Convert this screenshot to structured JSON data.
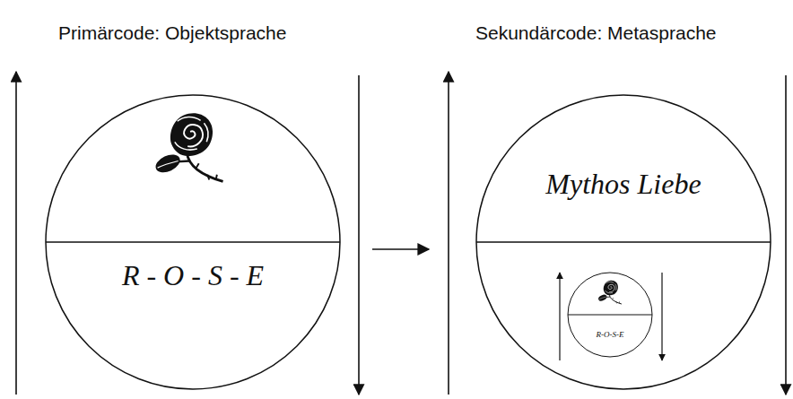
{
  "diagram": {
    "nodes": [
      {
        "text": [
          "Primärcode: Objektsprache",
          "R - O - S - E"
        ]
      },
      {
        "text": [
          "Sekundärcode: Metasprache",
          "Mythos Liebe"
        ]
      },
      {
        "text": [
          "R-O-S-E"
        ],
        "in": 1
      }
    ],
    "edges": [
      {
        "from": 0,
        "to": 1,
        "arrow": "to"
      }
    ]
  }
}
